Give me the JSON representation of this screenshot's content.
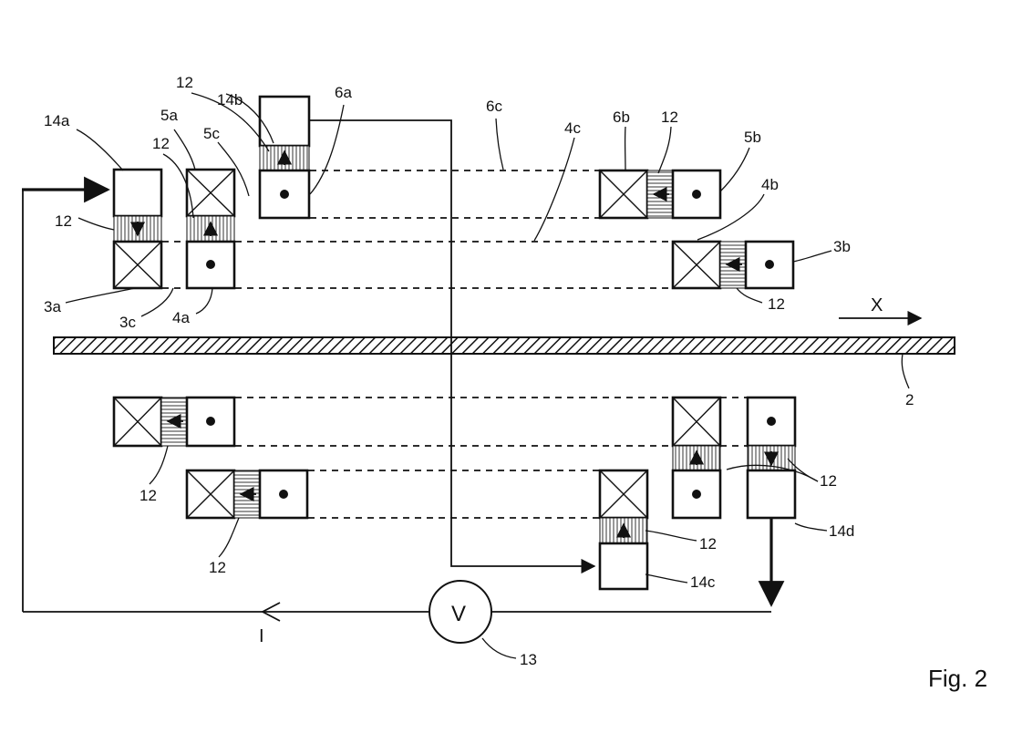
{
  "figure": {
    "caption": "Fig. 2"
  },
  "labels": {
    "l14a": "14a",
    "l14b": "14b",
    "l12_top": "12",
    "l6a": "6a",
    "l5a": "5a",
    "l5c": "5c",
    "l12_mid": "12",
    "l6c": "6c",
    "l4c": "4c",
    "l6b": "6b",
    "l12_right_top": "12",
    "l5b": "5b",
    "l4b": "4b",
    "l3b": "3b",
    "l12_left": "12",
    "l3a": "3a",
    "l3c": "3c",
    "l4a": "4a",
    "l12_3b": "12",
    "lX": "X",
    "l2": "2",
    "l12_low1": "12",
    "l12_low2": "12",
    "l12_low3": "12",
    "l12_low4": "12",
    "l14d": "14d",
    "l14c": "14c",
    "lV": "V",
    "lI": "I",
    "l13": "13"
  }
}
